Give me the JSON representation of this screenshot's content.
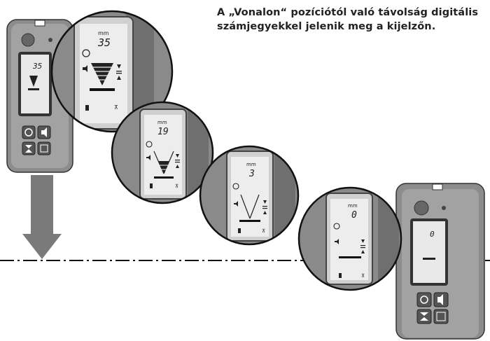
{
  "caption": {
    "line1": "A „Vonalon“ pozíciótól való távolság digitális",
    "line2": "számjegyekkel jelenik meg a kijelzőn."
  },
  "unit_label": "mm",
  "small_detector": {
    "reading": "35"
  },
  "large_detector": {
    "reading": "0"
  },
  "zoom_displays": [
    {
      "reading": "35",
      "bars": 5
    },
    {
      "reading": "19",
      "bars": 3
    },
    {
      "reading": "3",
      "bars": 0
    },
    {
      "reading": "0",
      "bars": 0,
      "on_line": true
    }
  ],
  "icons": {
    "timer": "timer-icon",
    "sound": "speaker-icon",
    "battery": "battery-icon",
    "resolution": "resolution-icon",
    "power": "power-button-icon",
    "volume": "volume-button-icon"
  },
  "colors": {
    "arrow": "#7a7a7a",
    "housing": "#8c8c8c",
    "screen": "#e9e9e9"
  }
}
